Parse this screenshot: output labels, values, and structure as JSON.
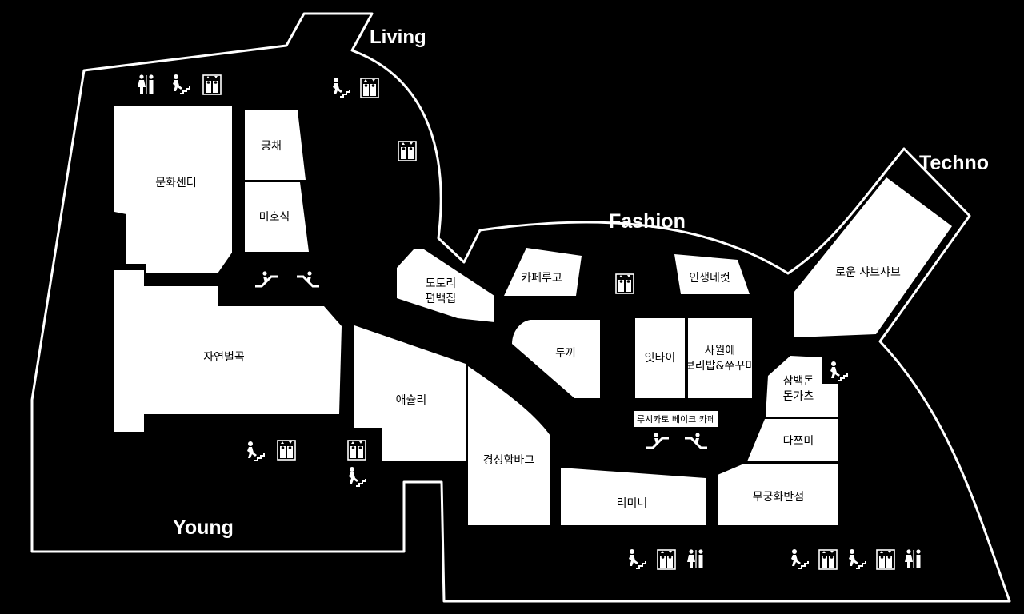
{
  "zones": {
    "living": "Living",
    "fashion": "Fashion",
    "techno": "Techno",
    "young": "Young"
  },
  "stores": {
    "culture_center": "문화센터",
    "gungchae": "궁채",
    "mihosik": "미호식",
    "natural_song": "자연별곡",
    "dotori_1": "도토리",
    "dotori_2": "편백집",
    "cafe_rugo": "카페루고",
    "insaeng": "인생네컷",
    "rowoon_1": "로운",
    "rowoon_2": "샤브샤브",
    "dukki": "두끼",
    "ittai": "잇타이",
    "sawol_1": "사월에",
    "sawol_2": "보리밥&쭈꾸미",
    "samback_1": "삼백돈",
    "samback_2": "돈가츠",
    "dazzmi": "다쯔미",
    "mugung": "무궁화반점",
    "ashley": "애슐리",
    "gyeongseong": "경성함바그",
    "limini": "리미니",
    "lucikato": "루시카토 베이크 카페"
  },
  "colors": {
    "background": "#000000",
    "store_fill": "#ffffff",
    "outline": "#ffffff"
  },
  "icons": {
    "restroom": "restroom-icon",
    "stairs": "stairs-icon",
    "elevator": "elevator-icon",
    "escalator_up": "escalator-up-icon",
    "escalator_down": "escalator-down-icon"
  }
}
